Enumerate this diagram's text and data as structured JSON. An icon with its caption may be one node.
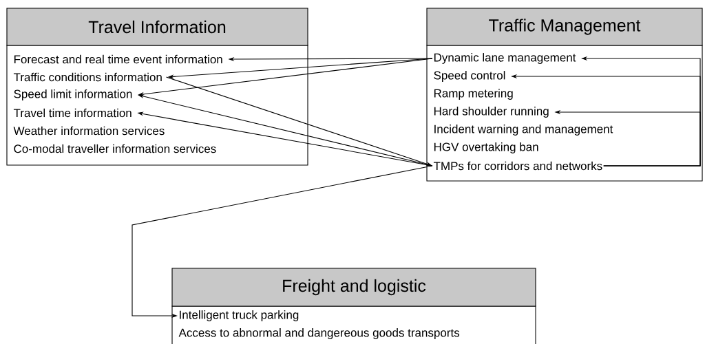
{
  "diagram": {
    "nodes": [
      {
        "text": [
          "Travel Information"
        ]
      },
      {
        "text": [
          "Forecast and real time event information"
        ],
        "in": 0
      },
      {
        "text": [
          "Traffic conditions information"
        ],
        "in": 0
      },
      {
        "text": [
          "Speed limit information"
        ],
        "in": 0
      },
      {
        "text": [
          "Travel time information"
        ],
        "in": 0
      },
      {
        "text": [
          "Weather information services"
        ],
        "in": 0
      },
      {
        "text": [
          "Co-modal traveller information services"
        ],
        "in": 0
      },
      {
        "text": [
          "Traffic Management"
        ]
      },
      {
        "text": [
          "Dynamic lane management"
        ],
        "in": 7
      },
      {
        "text": [
          "Speed control"
        ],
        "in": 7
      },
      {
        "text": [
          "Ramp metering"
        ],
        "in": 7
      },
      {
        "text": [
          "Hard shoulder running"
        ],
        "in": 7
      },
      {
        "text": [
          "Incident warning and management"
        ],
        "in": 7
      },
      {
        "text": [
          "HGV overtaking ban"
        ],
        "in": 7
      },
      {
        "text": [
          "TMPs for corridors and networks"
        ],
        "in": 7
      },
      {
        "text": [
          "Freight and logistic"
        ]
      },
      {
        "text": [
          "Intelligent truck parking"
        ],
        "in": 15
      },
      {
        "text": [
          "Access to abnormal and dangereous goods transports"
        ],
        "in": 15
      }
    ],
    "edges": [
      {
        "from": 8,
        "to": 1,
        "arrow": "to"
      },
      {
        "from": 8,
        "to": 2,
        "arrow": "to"
      },
      {
        "from": 8,
        "to": 3,
        "arrow": "to"
      },
      {
        "from": 2,
        "to": 14,
        "arrow": "to"
      },
      {
        "from": 14,
        "to": 3,
        "arrow": "to"
      },
      {
        "from": 14,
        "to": 4,
        "arrow": "to"
      },
      {
        "from": 14,
        "to": 8,
        "arrow": "to"
      },
      {
        "from": 14,
        "to": 9,
        "arrow": "to"
      },
      {
        "from": 14,
        "to": 11,
        "arrow": "to"
      },
      {
        "from": 14,
        "to": 16,
        "arrow": "to"
      }
    ]
  }
}
